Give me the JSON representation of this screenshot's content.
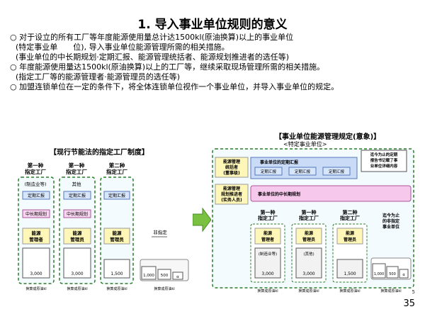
{
  "title": "1. 导入事业单位规则的意义",
  "paragraphs": [
    "○ 对于设立的所有工厂等年度能源使用量总计达1500kl(原油换算)以上的事业单位",
    "(特定事业单　　位), 导入事业单位能源管理所需的相关措施。",
    "(事业单位的中长期规划·定期汇报、能源管理统括者、能源规划推进者的选任等)",
    "○ 年度能源使用量达1500kl(原油换算)以上的工厂等，继续采取现场管理所需的相关措施。",
    "(指定工厂等的能源管理者·能源管理员的选任等)",
    "○ 加盟连锁单位在一定的条件下，将全体连锁单位视作一个事业单位，并导入事业单位的规定。"
  ],
  "left": {
    "heading": "【现行节能法的指定工厂制度】",
    "columns": [
      {
        "head": "第一种\n指定工厂",
        "sub": "(制造业等)",
        "report": "定期汇报",
        "plan": "中长期规划",
        "manager": "能源\n管理者",
        "value": "3,000"
      },
      {
        "head": "第一种\n指定工厂",
        "sub": "其他",
        "report": "定期汇报",
        "plan": "中长期规划",
        "manager": "能源\n管理员",
        "value": "3,000"
      },
      {
        "head": "第二种\n指定工厂",
        "sub": "",
        "report": "定期汇报",
        "plan": "",
        "manager": "能源\n管理员",
        "value": "1,500"
      }
    ],
    "non_designated": "非指定",
    "small_values": [
      "1,000",
      "500",
      "α"
    ],
    "fuel_label": "换算成原油kl"
  },
  "right": {
    "heading": "【事业单位能源管理规定(意象)】",
    "sub_heading": "<特定事业单位>",
    "callout": "迄今为止的定期报告书记载了事业单位详细内容",
    "role_top": "能源管理\n统括者\n(董事级)",
    "report_bar": "事业单位的定期汇报",
    "role_bottom": "能源管理\n规划推进者\n(实务人员)",
    "plan_bar": "事业单位的中长期规划",
    "reports": [
      "定期汇报",
      "定期汇报",
      "定期汇报"
    ],
    "columns": [
      {
        "head": "第一种\n指定工厂",
        "manager": "能源\n管理者",
        "sub": "(制造业等)",
        "value": "3,000"
      },
      {
        "head": "第一种\n指定工厂",
        "manager": "能源\n管理员",
        "sub": "(其他)",
        "value": "3,000"
      },
      {
        "head": "第二种\n指定工厂",
        "manager": "能源\n管理员",
        "sub": "",
        "value": "1,500"
      }
    ],
    "non_designated": "迄今为止\n的非指定\n事业单位",
    "small_values": [
      "1,000",
      "500",
      "α"
    ],
    "fuel_label": "换算成原油kl"
  },
  "slide_number": "5",
  "page_number": "35"
}
